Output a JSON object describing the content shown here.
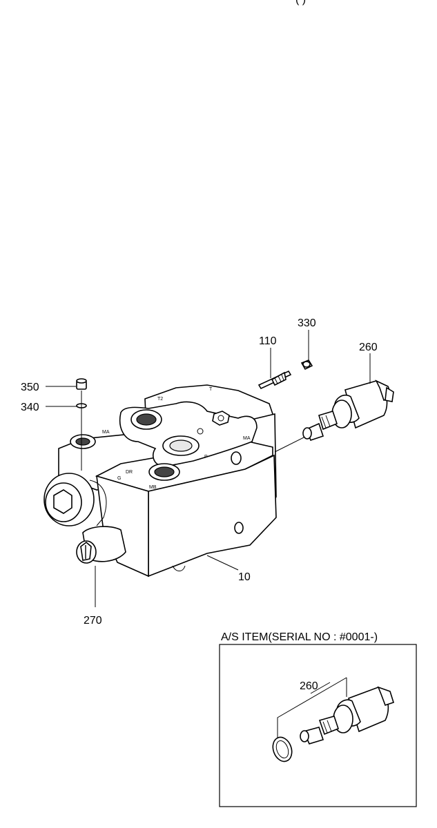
{
  "header": {
    "fragment": "( )"
  },
  "callouts": {
    "p10": "10",
    "p110": "110",
    "p260": "260",
    "p270": "270",
    "p330": "330",
    "p340": "340",
    "p350": "350"
  },
  "block_markings": {
    "m1": "T",
    "m2": "T2",
    "m3": "MA",
    "m4": "MA",
    "m5": "MB",
    "m6": "P",
    "m7": "G",
    "m8": "DR"
  },
  "inset": {
    "title": "A/S ITEM(SERIAL NO : #0001-)",
    "callout": "260"
  }
}
